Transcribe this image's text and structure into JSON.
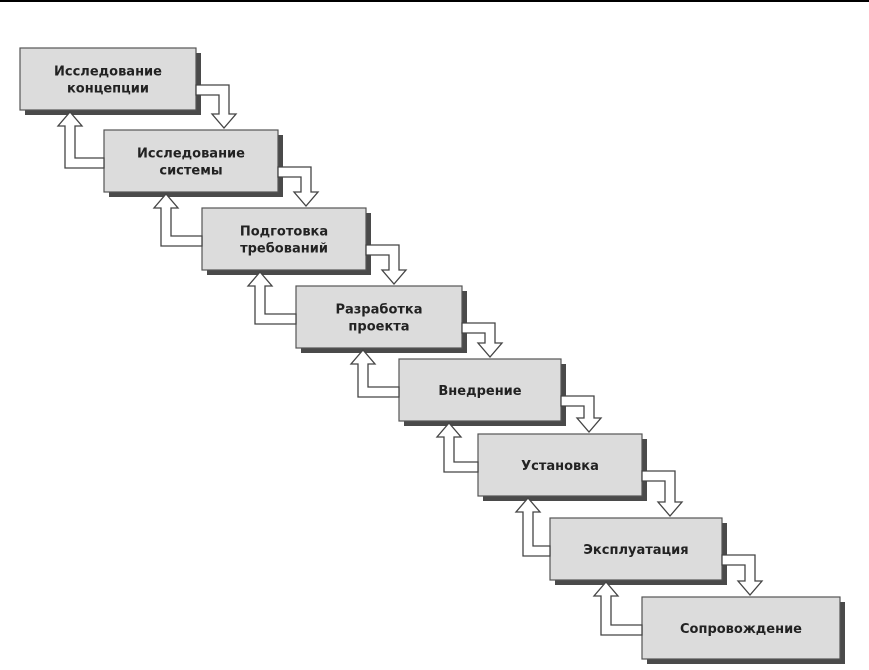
{
  "diagram": {
    "type": "waterfall",
    "stages": [
      {
        "lines": [
          "Исследование",
          "концепции"
        ]
      },
      {
        "lines": [
          "Исследование",
          "системы"
        ]
      },
      {
        "lines": [
          "Подготовка",
          "требований"
        ]
      },
      {
        "lines": [
          "Разработка",
          "проекта"
        ]
      },
      {
        "lines": [
          "Внедрение"
        ]
      },
      {
        "lines": [
          "Установка"
        ]
      },
      {
        "lines": [
          "Эксплуатация"
        ]
      },
      {
        "lines": [
          "Сопровождение"
        ]
      }
    ],
    "colors": {
      "box_fill": "#dcdcdc",
      "box_shadow": "#4a4a4a",
      "top_rule": "#000000"
    }
  }
}
